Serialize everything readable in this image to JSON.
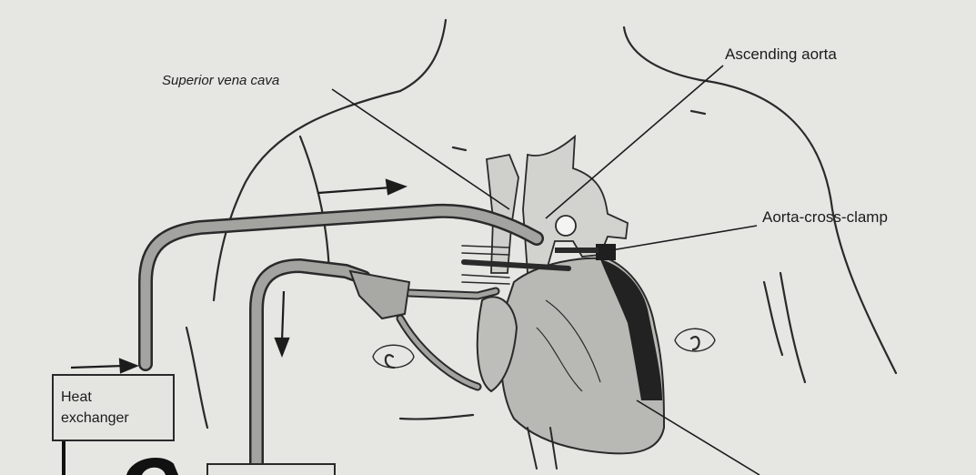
{
  "labels": {
    "superior_vena_cava": "Superior vena cava",
    "ascending_aorta": "Ascending aorta",
    "aorta_cross_clamp": "Aorta-cross-clamp",
    "heat_exchanger": "Heat\nexchanger"
  },
  "colors": {
    "paper": "#e6e6e3",
    "ink": "#1c1c1c",
    "tube": "#9a9a97",
    "heart": "#b8b8b4",
    "dark_shade": "#2a2a2a"
  }
}
